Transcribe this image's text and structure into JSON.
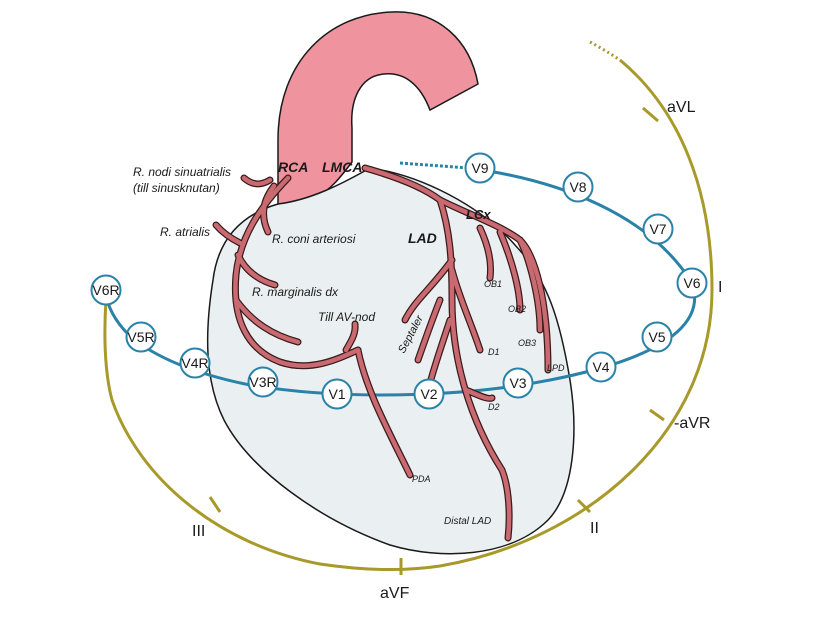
{
  "colors": {
    "aorta": "#ef949e",
    "heart_fill": "#eaf0f2",
    "outline": "#1a1a1a",
    "vessel": "#c96a70",
    "vessel_outline": "#3a1a1c",
    "limb_ring": "#a79a2a",
    "precordial_line": "#2b82a8"
  },
  "precordial_leads": [
    "V9",
    "V8",
    "V7",
    "V6",
    "V5",
    "V4",
    "V3",
    "V2",
    "V1",
    "V3R",
    "V4R",
    "V5R",
    "V6R"
  ],
  "limb_leads": [
    "aVL",
    "I",
    "-aVR",
    "II",
    "aVF",
    "III"
  ],
  "vessels": {
    "rca": "RCA",
    "lmca": "LMCA",
    "lcx": "LCx",
    "lad": "LAD",
    "nodi_line1": "R. nodi sinuatrialis",
    "nodi_line2": "(till sinusknutan)",
    "atrialis": "R. atrialis",
    "coni": "R. coni arteriosi",
    "marginalis": "R. marginalis dx",
    "av_nod": "Till AV-nod",
    "septaler": "Septaler",
    "ob1": "OB1",
    "ob2": "OB2",
    "ob3": "OB3",
    "lpd": "LPD",
    "d1": "D1",
    "d2": "D2",
    "pda": "PDA",
    "distal_lad": "Distal LAD"
  }
}
